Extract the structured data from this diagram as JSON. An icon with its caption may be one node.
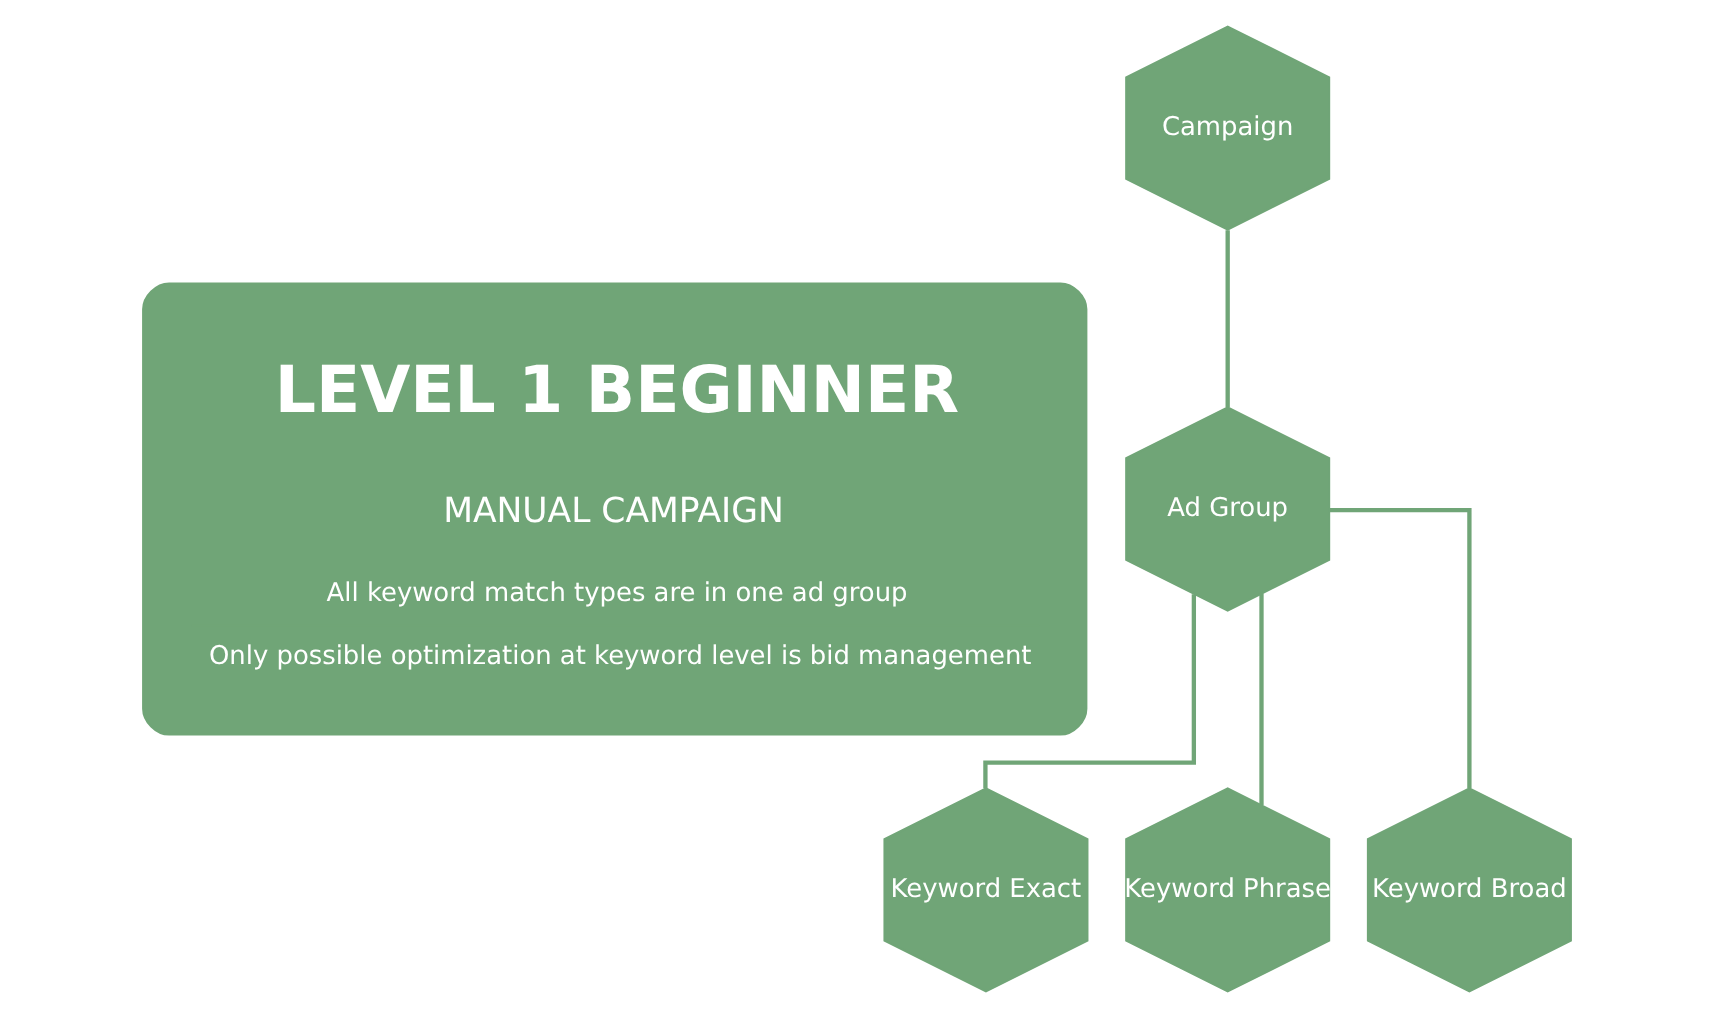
{
  "diagram": {
    "nodes": [
      {
        "text": [
          "LEVEL 1 BEGINNER",
          "MANUAL CAMPAIGN",
          "All keyword match types are in one ad group",
          "Only possible optimization at keyword level is bid management"
        ]
      },
      {
        "text": [
          "Campaign"
        ]
      },
      {
        "text": [
          "Ad Group"
        ]
      },
      {
        "text": [
          "Keyword Exact"
        ]
      },
      {
        "text": [
          "Keyword Phrase"
        ]
      },
      {
        "text": [
          "Keyword Broad"
        ]
      }
    ],
    "edges": [
      {
        "from": 1,
        "to": 2,
        "arrow": "none"
      },
      {
        "from": 2,
        "to": 3,
        "arrow": "none"
      },
      {
        "from": 2,
        "to": 4,
        "arrow": "none"
      },
      {
        "from": 2,
        "to": 5,
        "arrow": "none"
      }
    ]
  }
}
